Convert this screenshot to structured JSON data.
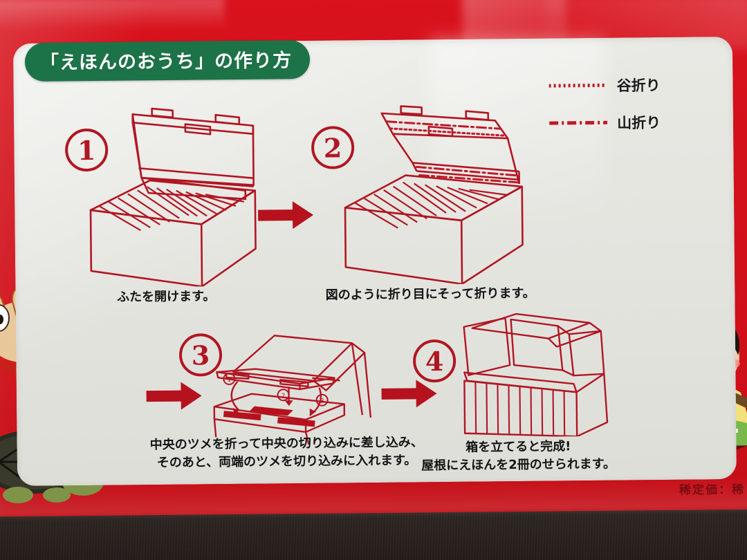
{
  "photo": {
    "subject": "product-box-instruction-panel",
    "box_color": "#d3111b",
    "panel_color": "#e6e6e1",
    "line_art_color": "#b01622",
    "banner_color": "#1d7348"
  },
  "title": {
    "text": "「えほんのおうち」の作り方"
  },
  "legend": {
    "items": [
      {
        "style": "dotted",
        "label": "谷折り",
        "color": "#c0182a"
      },
      {
        "style": "dash-dot",
        "label": "山折り",
        "color": "#c0182a"
      }
    ]
  },
  "steps": [
    {
      "number": "1",
      "caption": "ふたを開けます。",
      "diagram": "box-with-open-lid"
    },
    {
      "number": "2",
      "caption": "図のように折り目にそって折ります。",
      "diagram": "box-with-fold-lines"
    },
    {
      "number": "3",
      "caption": "中央のツメを折って中央の切り込みに差し込み、\nそのあと、両端のツメを切り込みに入れます。",
      "diagram": "flattened-box-with-tab-arrows",
      "sub_markers": [
        "1",
        "2",
        "3"
      ]
    },
    {
      "number": "4",
      "caption": "箱を立てると完成!\n屋根にえほんを2冊のせられます。",
      "diagram": "finished-book-house"
    }
  ],
  "arrows": {
    "glyph": "right-arrow",
    "color": "#b5121e",
    "count": 3
  },
  "characters": {
    "left": [
      "rabbit-character",
      "turtle-character"
    ],
    "right": [
      "issun-boshi-boy-character",
      "fish-character",
      "bowl-boat"
    ]
  },
  "footer": {
    "partial_text": "稀定価：稀"
  }
}
